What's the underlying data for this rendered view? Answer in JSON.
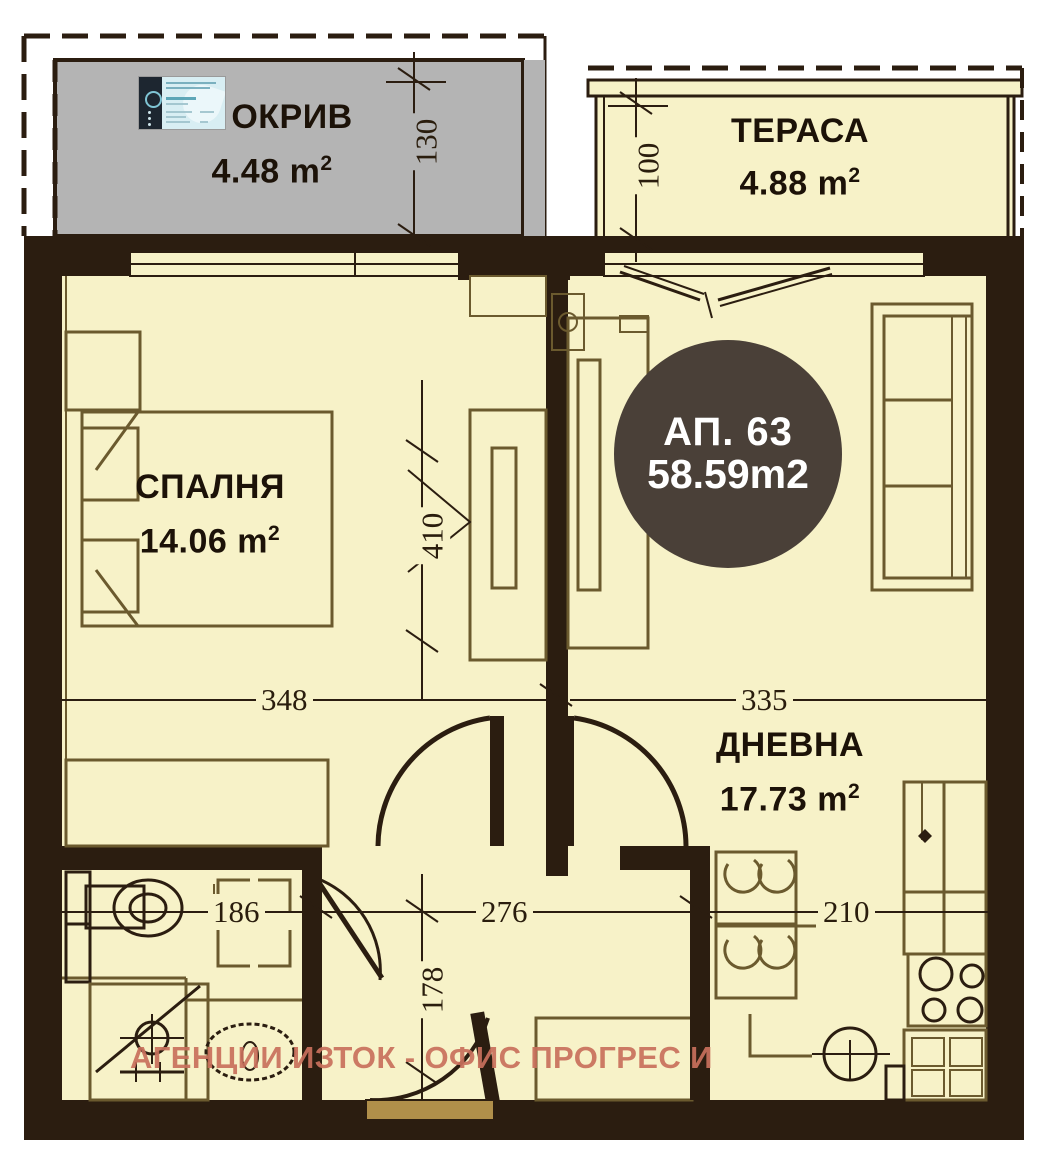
{
  "document": {
    "type": "apartment-floor-plan",
    "language": "bg"
  },
  "badge": {
    "apartment_label": "АП. 63",
    "total_area": "58.59m",
    "total_area_unit": "2",
    "color": "#4a4038",
    "text_color": "#ffffff"
  },
  "rooms": [
    {
      "key": "roof",
      "name": "ПОКРИВ",
      "name_visible": "ОКРИВ",
      "area": "4.48",
      "unit": "m",
      "sup": "2",
      "fill": "#b4b4b4"
    },
    {
      "key": "terrace",
      "name": "ТЕРАСА",
      "name_visible": "ТЕРАСА",
      "area": "4.88",
      "unit": "m",
      "sup": "2",
      "fill": "#f7f2c8"
    },
    {
      "key": "bedroom",
      "name": "СПАЛНЯ",
      "name_visible": "СПАЛНЯ",
      "area": "14.06",
      "unit": "m",
      "sup": "2",
      "fill": "#f7f2c8"
    },
    {
      "key": "living",
      "name": "ДНЕВНА",
      "name_visible": "ДНЕВНА",
      "area": "17.73",
      "unit": "m",
      "sup": "2",
      "fill": "#f7f2c8"
    }
  ],
  "dimensions": {
    "roof_depth": "130",
    "terrace_depth": "100",
    "hall_height": "410",
    "bedroom_width": "348",
    "living_width": "335",
    "bath_width": "186",
    "hall_width": "276",
    "kitchen_width": "210",
    "bath_depth": "178"
  },
  "watermark": {
    "text": "АГЕНЦИИ ИЗТОК - ОФИС ПРОГРЕС И",
    "color": "#c9705c"
  },
  "logo": {
    "alt": "agency-business-card-logo"
  },
  "palette": {
    "wall": "#2b1d10",
    "floor": "#f7f2c8",
    "roof_fill": "#b4b4b4",
    "line": "#6b5a2e",
    "background": "#ffffff"
  }
}
